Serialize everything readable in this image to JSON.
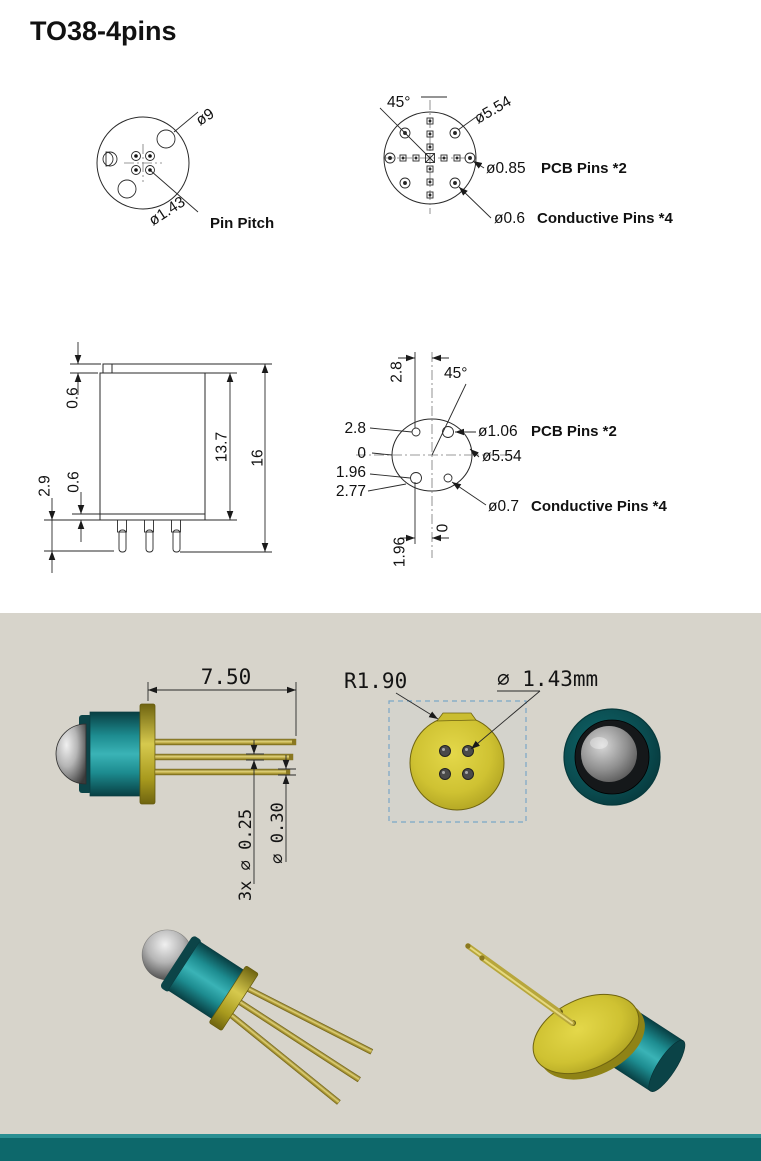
{
  "page": {
    "title": "TO38-4pins"
  },
  "drawing": {
    "front_view": {
      "outer_dia": "ø9",
      "pitch_dia": "ø1.43",
      "pitch_label": "Pin Pitch"
    },
    "pin_view": {
      "angle": "45°",
      "circle_dia": "ø5.54",
      "pcb_pin_dia": "ø0.85",
      "pcb_pin_label": "PCB Pins *2",
      "cond_pin_dia": "ø0.6",
      "cond_pin_label": "Conductive Pins *4"
    },
    "side_view": {
      "cap_step": "0.6",
      "body_height": "13.7",
      "total_height": "16",
      "pin_length": "2.9",
      "flange_step": "0.6"
    },
    "bottom_view": {
      "top_offset": "2.8",
      "angle": "45°",
      "offset_2_8": "2.8",
      "offset_0": "0",
      "offset_1_96": "1.96",
      "offset_2_77": "2.77",
      "pcb_pin_dia": "ø1.06",
      "pcb_pin_label": "PCB Pins *2",
      "circle_dia": "ø5.54",
      "cond_pin_dia": "ø0.7",
      "cond_pin_label": "Conductive Pins *4",
      "bottom_1_96": "1.96",
      "bottom_0": "0"
    }
  },
  "render": {
    "body_length": "7.50",
    "pin_dia_callout": "3x ⌀ 0.25",
    "pin_dia_2": "⌀ 0.30",
    "cap_radius": "R1.90",
    "pin_pitch": "⌀ 1.43mm"
  },
  "colors": {
    "render_bg": "#d7d4cb",
    "teal_body": "#1d8c90",
    "gold_pin": "#c9b84a",
    "flange_yellow": "#c3b62a",
    "footer_teal": "#0d686b"
  }
}
